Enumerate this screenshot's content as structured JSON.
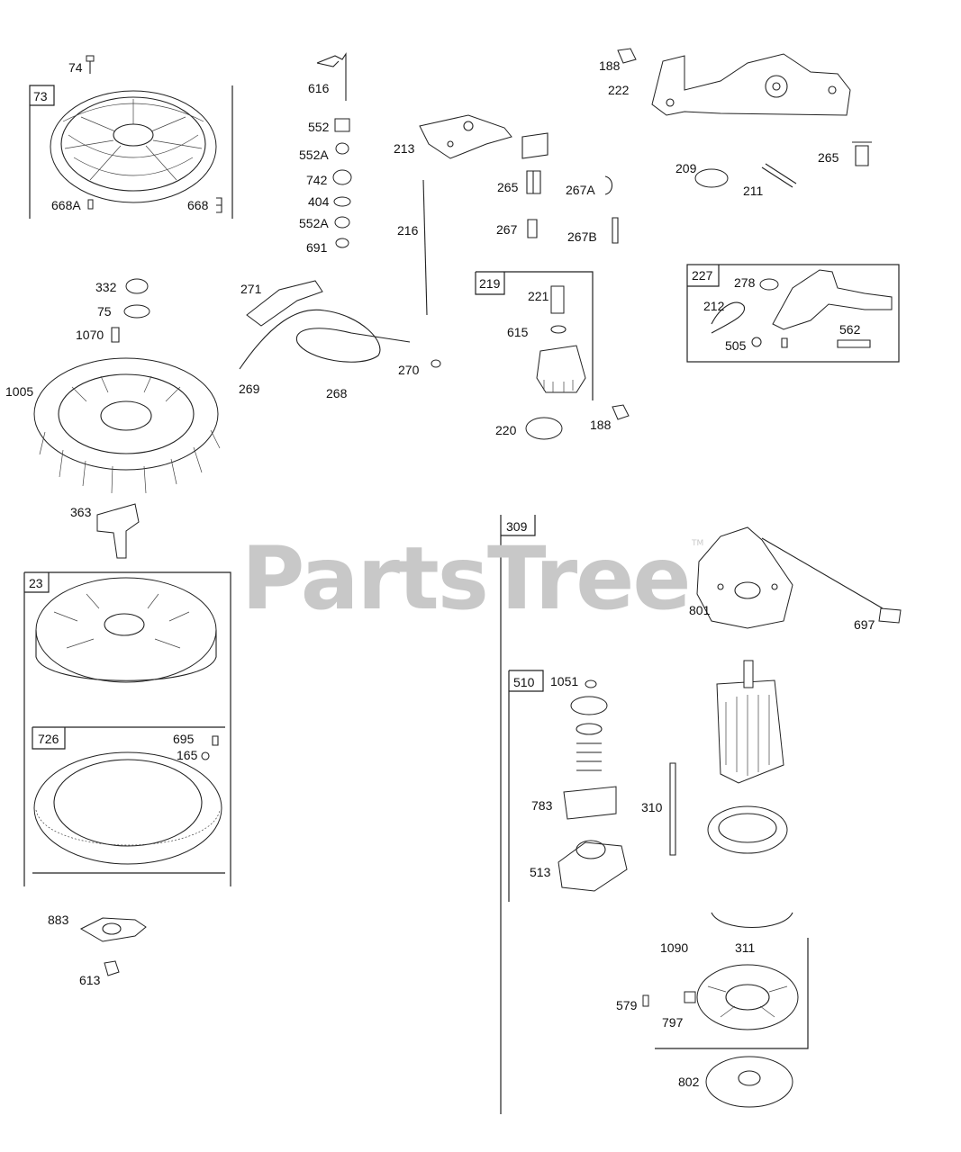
{
  "watermark": {
    "text": "PartsTree",
    "trademark": "TM",
    "color": "#c8c8c8"
  },
  "labels": {
    "p74": "74",
    "p73": "73",
    "p668A": "668A",
    "p668": "668",
    "p616": "616",
    "p552": "552",
    "p552A_1": "552A",
    "p742": "742",
    "p404": "404",
    "p552A_2": "552A",
    "p691": "691",
    "p213": "213",
    "p216": "216",
    "p265_1": "265",
    "p267A": "267A",
    "p267": "267",
    "p267B": "267B",
    "p188_1": "188",
    "p222": "222",
    "p209": "209",
    "p211": "211",
    "p265_2": "265",
    "p332": "332",
    "p75": "75",
    "p1070": "1070",
    "p1005": "1005",
    "p363": "363",
    "p271": "271",
    "p269": "269",
    "p268": "268",
    "p270": "270",
    "p219": "219",
    "p221": "221",
    "p615": "615",
    "p220": "220",
    "p188_2": "188",
    "p227": "227",
    "p278": "278",
    "p212": "212",
    "p505": "505",
    "p562": "562",
    "p23": "23",
    "p726": "726",
    "p695": "695",
    "p165": "165",
    "p883": "883",
    "p613": "613",
    "p309": "309",
    "p801": "801",
    "p697": "697",
    "p510": "510",
    "p1051": "1051",
    "p783": "783",
    "p513": "513",
    "p310": "310",
    "p1090": "1090",
    "p311": "311",
    "p579": "579",
    "p797": "797",
    "p802": "802"
  }
}
